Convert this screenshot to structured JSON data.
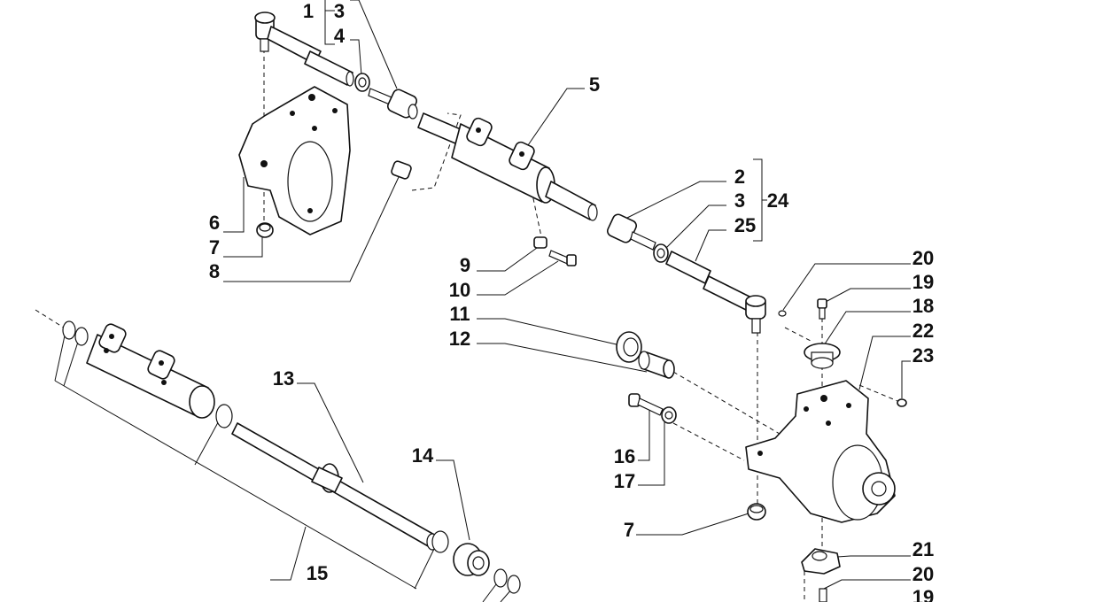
{
  "callouts": {
    "c1": "1",
    "c3a": "3",
    "c4": "4",
    "c5": "5",
    "c2": "2",
    "c3b": "3",
    "c24": "24",
    "c25": "25",
    "c6": "6",
    "c7a": "7",
    "c8": "8",
    "c9": "9",
    "c10": "10",
    "c11": "11",
    "c12": "12",
    "c13": "13",
    "c14": "14",
    "c15": "15",
    "c16": "16",
    "c17": "17",
    "c7b": "7",
    "c20a": "20",
    "c19a": "19",
    "c18": "18",
    "c22": "22",
    "c23": "23",
    "c21": "21",
    "c20b": "20",
    "c19b": "19"
  }
}
